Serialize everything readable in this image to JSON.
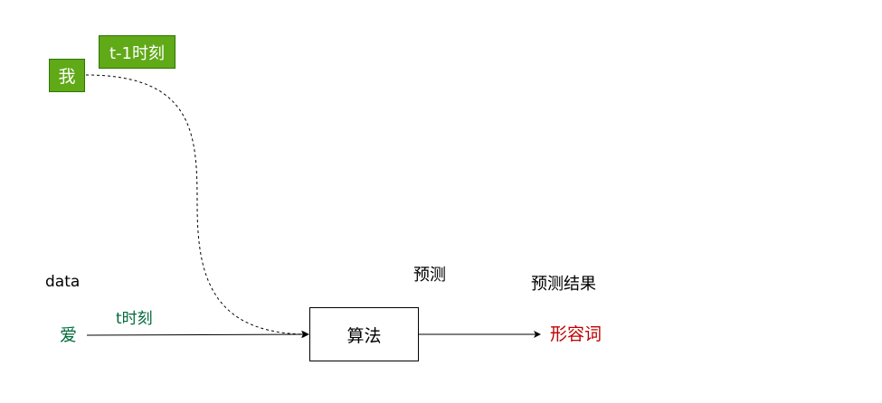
{
  "nodes": {
    "wo": "我",
    "t_minus_1": "t-1时刻",
    "algorithm": "算法"
  },
  "labels": {
    "data": "data",
    "ai": "爱",
    "t_time": "t时刻",
    "predict": "预测",
    "predict_result": "预测结果",
    "adjective": "形容词"
  },
  "colors": {
    "green_fill": "#60a917",
    "green_border": "#2d7600",
    "dark_green_text": "#006a3a",
    "red_text": "#c00000"
  }
}
